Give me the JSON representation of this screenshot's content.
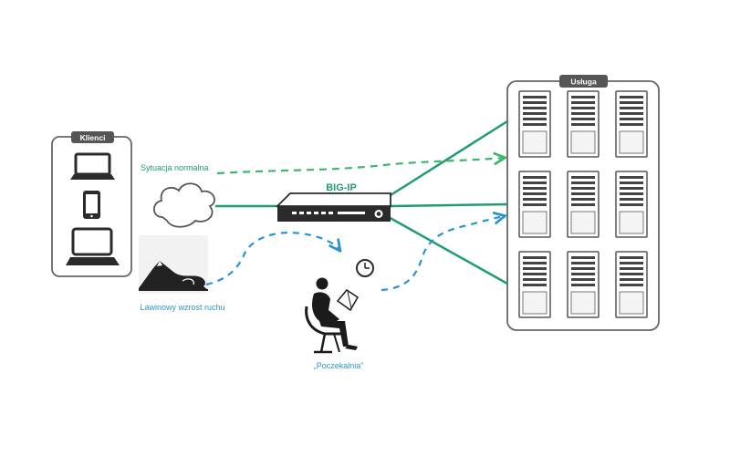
{
  "clients": {
    "title": "Klienci"
  },
  "service": {
    "title": "Usługa",
    "server_rows": 3,
    "server_cols": 3
  },
  "bigip": {
    "label": "BIG-IP"
  },
  "flows": {
    "normal_label": "Sytuacja normalna",
    "surge_label": "Lawinowy wzrost ruchu",
    "waiting_label": "„Poczekalnia”"
  },
  "icons": {
    "desktop": "desktop-monitor-icon",
    "phone": "smartphone-icon",
    "laptop": "laptop-icon",
    "cloud": "cloud-icon",
    "wave": "tsunami-wave-icon",
    "clock": "clock-icon",
    "person": "person-reading-in-chair-icon",
    "server": "server-rack-icon",
    "appliance": "load-balancer-appliance-icon"
  },
  "colors": {
    "green": "#1f9c72",
    "green_dashed": "#3db86a",
    "blue": "#2a94cf",
    "dark": "#2b2b2b",
    "border": "#666666"
  }
}
